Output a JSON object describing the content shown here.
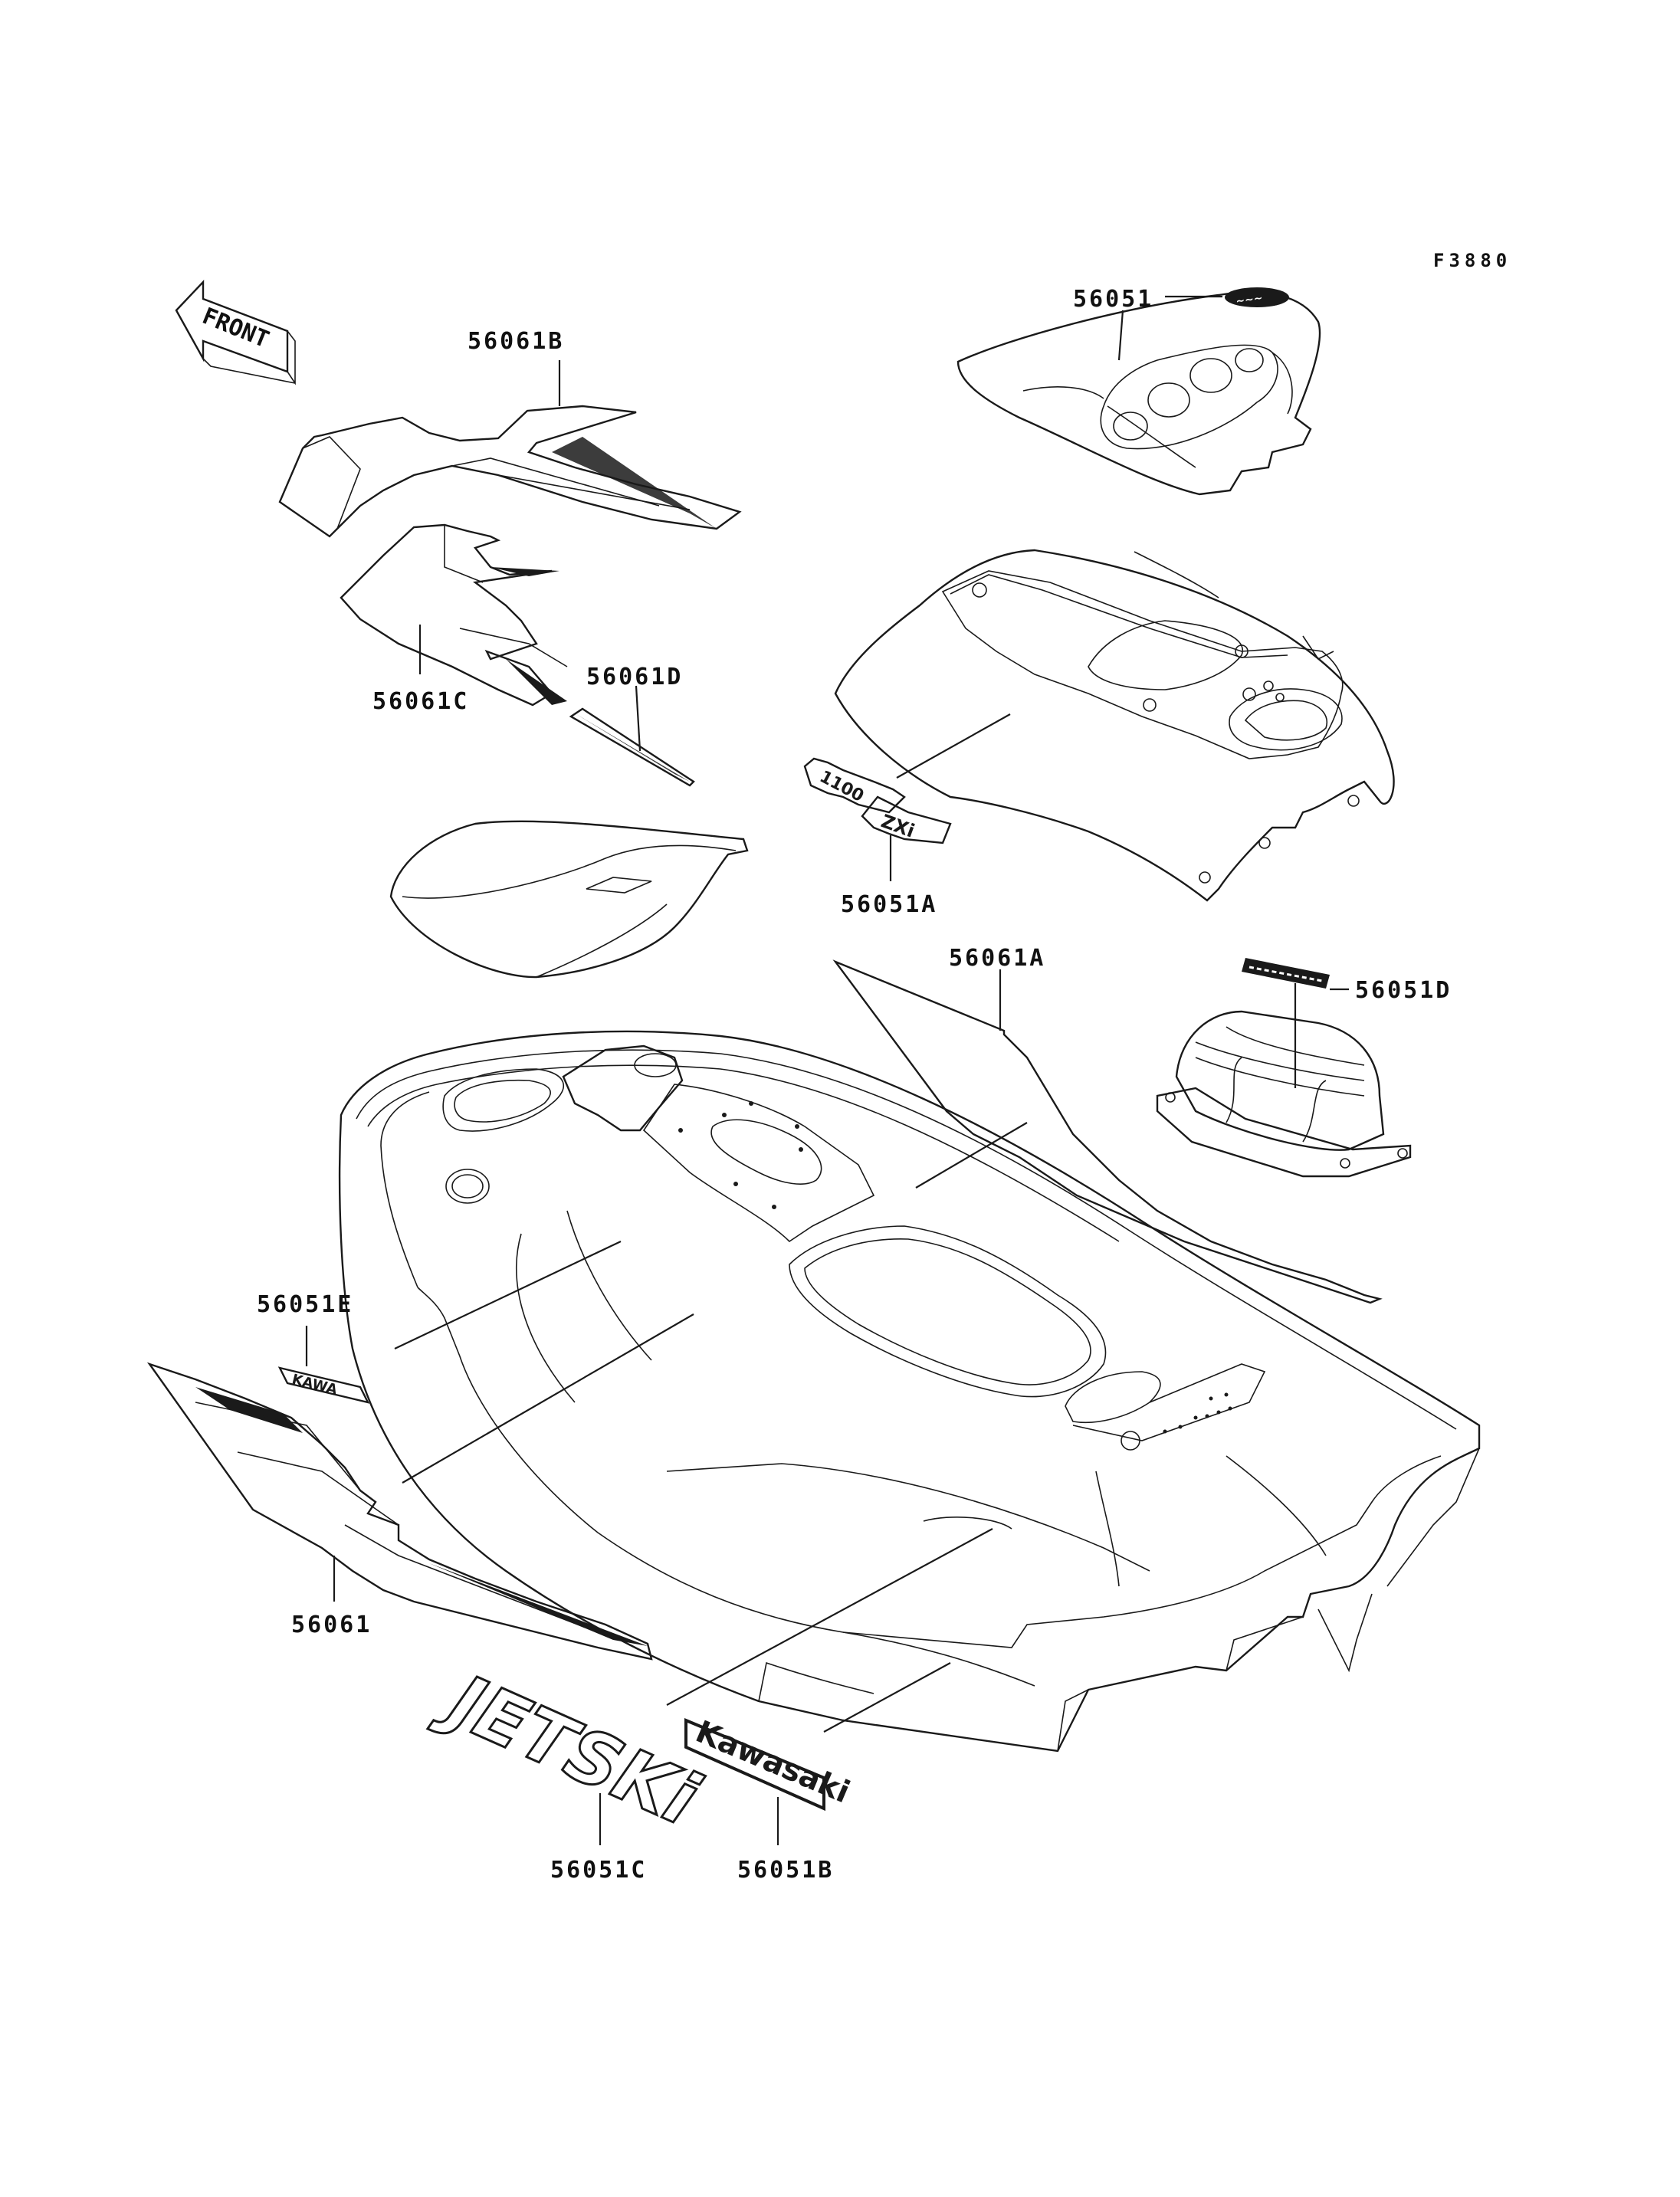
{
  "figure_code": "F3880",
  "front_arrow_label": "FRONT",
  "labels": {
    "p56061B": "56061B",
    "p56061C": "56061C",
    "p56061D": "56061D",
    "p56051": "56051",
    "p56051A": "56051A",
    "p56061A": "56061A",
    "p56051D": "56051D",
    "p56051E": "56051E",
    "p56061": "56061",
    "p56051C": "56051C",
    "p56051B": "56051B"
  },
  "decal_text": {
    "jetski": "JETSKi",
    "kawasaki": "Kawasaki"
  }
}
